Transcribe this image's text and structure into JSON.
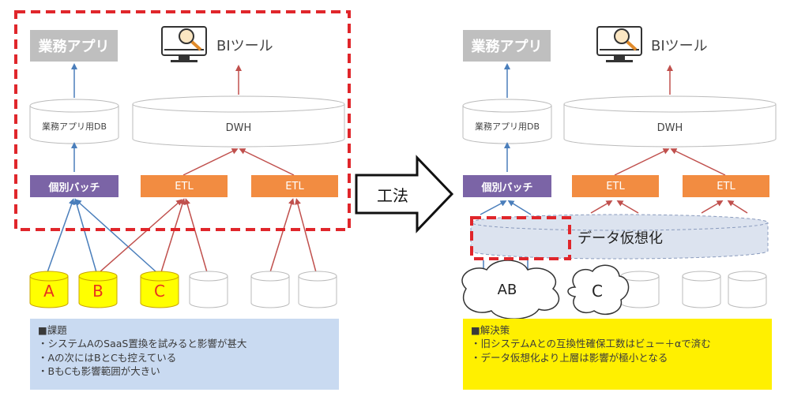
{
  "colors": {
    "dashed_frame": "#e0262b",
    "app_box": "#bfbfbf",
    "batch_box": "#7b64a6",
    "etl_box": "#f28c41",
    "blue_arrow": "#4a7ebb",
    "red_arrow": "#c0504d",
    "problem_bg": "#c9daf1",
    "solution_bg": "#fff000",
    "virtual_layer": "#dce3ef",
    "highlight_cylinder": "#ffff00"
  },
  "icons": [
    "bi-monitor-magnifier-icon",
    "right-arrow-icon",
    "cloud-icon",
    "database-cylinder-icon"
  ],
  "left": {
    "app_label": "業務アプリ",
    "bi_label": "BIツール",
    "app_db_label": "業務アプリ用DB",
    "dwh_label": "DWH",
    "batch_label": "個別バッチ",
    "etl1_label": "ETL",
    "etl2_label": "ETL",
    "sources": [
      "A",
      "B",
      "C"
    ]
  },
  "arrow": {
    "label": "工法"
  },
  "right": {
    "app_label": "業務アプリ",
    "bi_label": "BIツール",
    "app_db_label": "業務アプリ用DB",
    "dwh_label": "DWH",
    "batch_label": "個別バッチ",
    "etl1_label": "ETL",
    "etl2_label": "ETL",
    "virtual_label": "データ仮想化",
    "cloud1_label": "AB",
    "cloud2_label": "C"
  },
  "problem": {
    "title": "■課題",
    "lines": [
      "・システムAのSaaS置換を試みると影響が甚大",
      "・Aの次にはBとCも控えている",
      "・BもCも影響範囲が大きい"
    ]
  },
  "solution": {
    "title": "■解決策",
    "lines": [
      "・旧システムAとの互換性確保工数はビュー＋αで済む",
      "・データ仮想化より上層は影響が極小となる"
    ]
  }
}
